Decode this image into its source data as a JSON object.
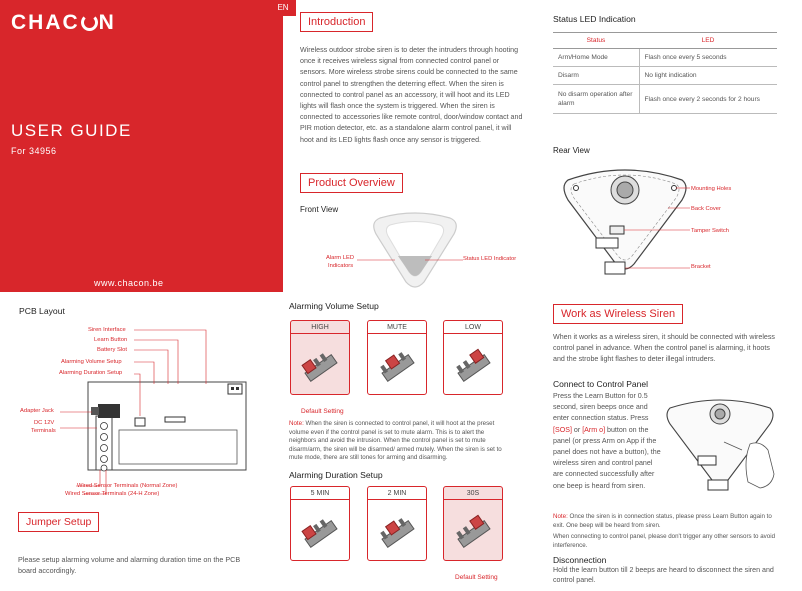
{
  "cover": {
    "logo_left": "CHAC",
    "logo_right": "N",
    "title": "USER GUIDE",
    "model": "For 34956",
    "website": "www.chacon.be",
    "lang_badge": "EN"
  },
  "pcb": {
    "heading": "PCB Layout",
    "labels": {
      "siren_interface": "Siren Interface",
      "learn_button": "Learn Button",
      "battery_slot": "Battery Slot",
      "alarming_volume_setup": "Alarming Volume Setup",
      "alarming_duration_setup": "Alarming Duration Setup",
      "adapter_jack": "Adapter Jack",
      "dc12v": "DC 12V",
      "terminals": "Terminals",
      "wired_normal": "Wired Sensor Terminals (Normal Zone)",
      "wired_24h": "Wired Sensor Terminals (24-H Zone)"
    }
  },
  "jumper_setup": {
    "title": "Jumper Setup",
    "text": "Please setup alarming volume and alarming duration time on the PCB board accordingly."
  },
  "intro": {
    "title": "Introduction",
    "text": "Wireless outdoor strobe siren is to deter the intruders through hooting once it receives wireless signal from connected control panel or sensors. More wireless strobe sirens could be connected to the same control panel to strengthen the deterring effect. When the siren is connected to control panel as an accessory, it will hoot and its LED lights will flash once the system is triggered. When the siren is connected to accessories like remote control, door/window contact and PIR motion detector, etc. as a standalone alarm control panel, it will hoot and its LED lights flash once any sensor is triggered."
  },
  "overview": {
    "title": "Product Overview",
    "front_view": "Front View",
    "alarm_led": "Alarm LED",
    "indicators": "Indicators",
    "status_led_indicator": "Status LED Indicator"
  },
  "volume": {
    "heading": "Alarming Volume Setup",
    "options": [
      "HIGH",
      "MUTE",
      "LOW"
    ],
    "pin_labels": [
      "HIGH",
      "MUTE",
      "LOW"
    ],
    "default": "Default Setting",
    "note_label": "Note:",
    "note": " When the siren is connected to control panel, it will hoot at the preset volume even if the control panel is set to mute alarm. This is to alert the neighbors and avoid the intrusion. When the control panel is set to mute disarm/arm, the siren will be disarmed/ armed mutely. When the siren is set to mute mode, there are still tones for arming and disarming."
  },
  "duration": {
    "heading": "Alarming Duration Setup",
    "options": [
      "5 MIN",
      "2 MIN",
      "30S"
    ],
    "pin_labels": [
      "5MIN",
      "2MIN",
      "30S"
    ],
    "default": "Default Setting"
  },
  "status_led": {
    "heading": "Status LED Indication",
    "columns": [
      "Status",
      "LED"
    ],
    "rows": [
      [
        "Arm/Home Mode",
        "Flash once every 5 seconds"
      ],
      [
        "Disarm",
        "No light indication"
      ],
      [
        "No disarm operation after alarm",
        "Flash once every 2 seconds for 2 hours"
      ]
    ]
  },
  "rear": {
    "heading": "Rear View",
    "labels": [
      "Mounting Holes",
      "Back Cover",
      "Tamper Switch",
      "Bracket"
    ]
  },
  "wireless": {
    "title": "Work as Wireless Siren",
    "intro": "When it works as a wireless siren, it should be connected with wireless control panel in advance. When the control panel is alarming, it hoots and the strobe light flashes to deter illegal intruders.",
    "connect_heading": "Connect to Control Panel",
    "connect_text_1": "Press the Learn Button for 0.5 second, siren beeps once and enter connection status. Press ",
    "sos": "[SOS]",
    "or": " or ",
    "arm": "[Arm ᴏ]",
    "connect_text_2": " button on the panel (or press Arm on App if the panel does not have a button), the wireless siren and control panel are connected successfully after one beep is heard from siren.",
    "note_label": "Note:",
    "note1": " Once the siren is in connection status, please press Learn Button again to exit. One beep will be heard from siren.",
    "note2": "When connecting to control panel, please don't trigger any other sensors to avoid interference.",
    "disconnect_heading": "Disconnection",
    "disconnect_text": "Hold the learn button till 2 beeps are heard to disconnect the siren and control panel."
  }
}
